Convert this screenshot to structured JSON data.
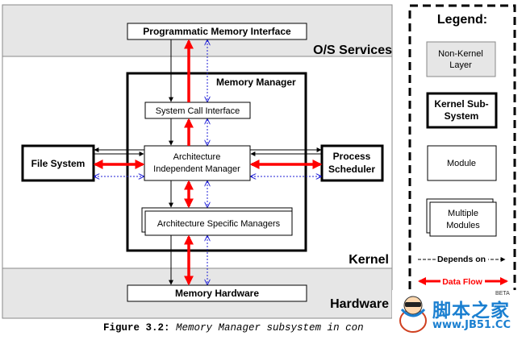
{
  "layers": {
    "os_services": "O/S Services",
    "kernel": "Kernel",
    "hardware": "Hardware"
  },
  "boxes": {
    "programmatic_memory_interface": "Programmatic Memory Interface",
    "memory_manager": "Memory Manager",
    "system_call_interface": "System Call Interface",
    "architecture_independent_manager": [
      "Architecture",
      "Independent Manager"
    ],
    "architecture_specific_managers": "Architecture Specific Managers",
    "file_system": "File System",
    "process_scheduler": [
      "Process",
      "Scheduler"
    ],
    "memory_hardware": "Memory Hardware"
  },
  "legend": {
    "title": "Legend:",
    "non_kernel_layer": [
      "Non-Kernel",
      "Layer"
    ],
    "kernel_subsystem": [
      "Kernel Sub-",
      "System"
    ],
    "module": "Module",
    "multiple_modules": [
      "Multiple",
      "Modules"
    ],
    "depends_on": "Depends on",
    "data_flow": "Data Flow"
  },
  "caption": {
    "figure": "Figure 3.2:",
    "text": "Memory Manager subsystem in con"
  },
  "watermark": {
    "brand": "脚本之家",
    "url": "www.JB51.CC",
    "beta": "BETA"
  },
  "colors": {
    "layer_fill": "#e6e6e6",
    "box_fill": "#ffffff",
    "depends_on": "#000000",
    "data_flow": "#ff0000",
    "dotted_flow": "#1c1cd6",
    "brand": "#1a7fd0"
  }
}
